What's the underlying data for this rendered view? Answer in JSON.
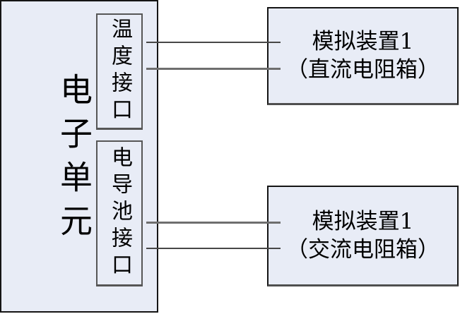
{
  "theme": {
    "page_bg": "#ffffff",
    "box_fill": "#e8ecf6",
    "outer_border": "#141414",
    "inner_border": "#565656",
    "connector_dark": "#474747",
    "connector_light": "#6e6e6e",
    "text_color": "#000000"
  },
  "unit": {
    "label": "电子单元",
    "interfaces": [
      {
        "label": "温度接口"
      },
      {
        "label": "电导池接口"
      }
    ]
  },
  "devices": [
    {
      "line1": "模拟装置1",
      "line2": "（直流电阻箱）"
    },
    {
      "line1": "模拟装置1",
      "line2": "（交流电阻箱）"
    }
  ],
  "connections": [
    {
      "from": "温度接口",
      "to": "模拟装置1（直流电阻箱）",
      "lines": 2
    },
    {
      "from": "电导池接口",
      "to": "模拟装置1（交流电阻箱）",
      "lines": 2
    }
  ]
}
